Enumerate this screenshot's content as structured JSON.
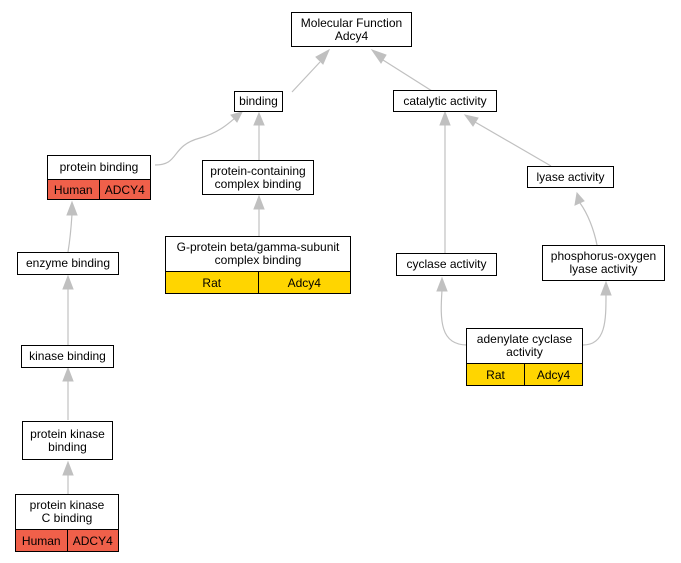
{
  "colors": {
    "edge": "#c0c0c0",
    "human": "#f0604a",
    "rat": "#ffd500"
  },
  "nodes": {
    "root": {
      "label": "Molecular Function\nAdcy4"
    },
    "binding": {
      "label": "binding"
    },
    "catalytic": {
      "label": "catalytic activity"
    },
    "protein_binding": {
      "label": "protein binding",
      "species": "Human",
      "gene": "ADCY4"
    },
    "protein_containing": {
      "label": "protein-containing\ncomplex binding"
    },
    "lyase": {
      "label": "lyase activity"
    },
    "enzyme_binding": {
      "label": "enzyme binding"
    },
    "g_protein": {
      "label": "G-protein beta/gamma-subunit\ncomplex binding",
      "species": "Rat",
      "gene": "Adcy4"
    },
    "cyclase": {
      "label": "cyclase activity"
    },
    "phosphorus": {
      "label": "phosphorus-oxygen\nlyase activity"
    },
    "kinase_binding": {
      "label": "kinase binding"
    },
    "adenylate": {
      "label": "adenylate cyclase\nactivity",
      "species": "Rat",
      "gene": "Adcy4"
    },
    "protein_kinase_binding": {
      "label": "protein kinase\nbinding"
    },
    "pkc_binding": {
      "label": "protein kinase\nC binding",
      "species": "Human",
      "gene": "ADCY4"
    }
  }
}
